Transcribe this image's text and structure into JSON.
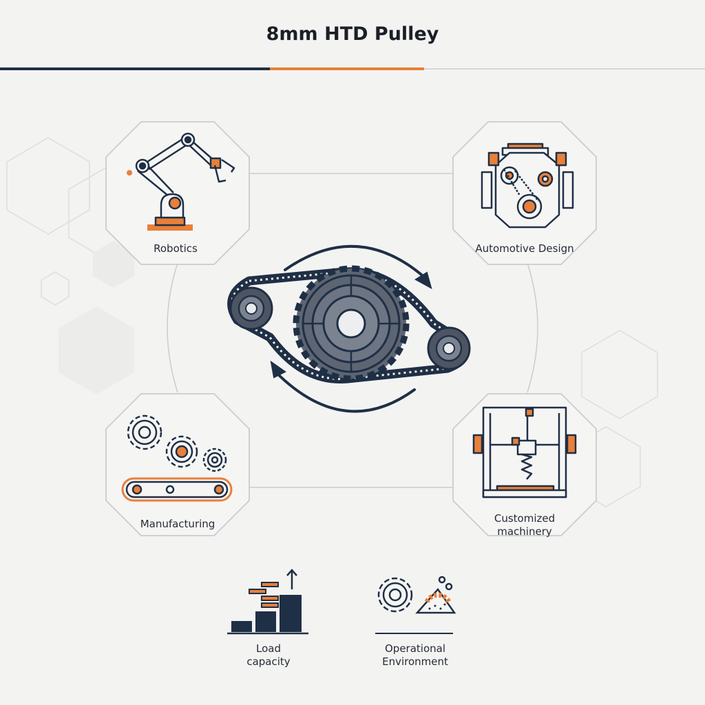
{
  "title": "8mm HTD Pulley",
  "applications": {
    "robotics": "Robotics",
    "automotive": "Automotive Design",
    "manufacturing": "Manufacturing",
    "customized": [
      "Customized",
      "machinery"
    ]
  },
  "factors": {
    "load": [
      "Load",
      "capacity"
    ],
    "environment": [
      "Operational",
      "Environment"
    ]
  },
  "colors": {
    "navy": "#1f2f45",
    "orange": "#e8803a",
    "light_gray": "#cfd2d6",
    "steel": "#4d5563"
  }
}
